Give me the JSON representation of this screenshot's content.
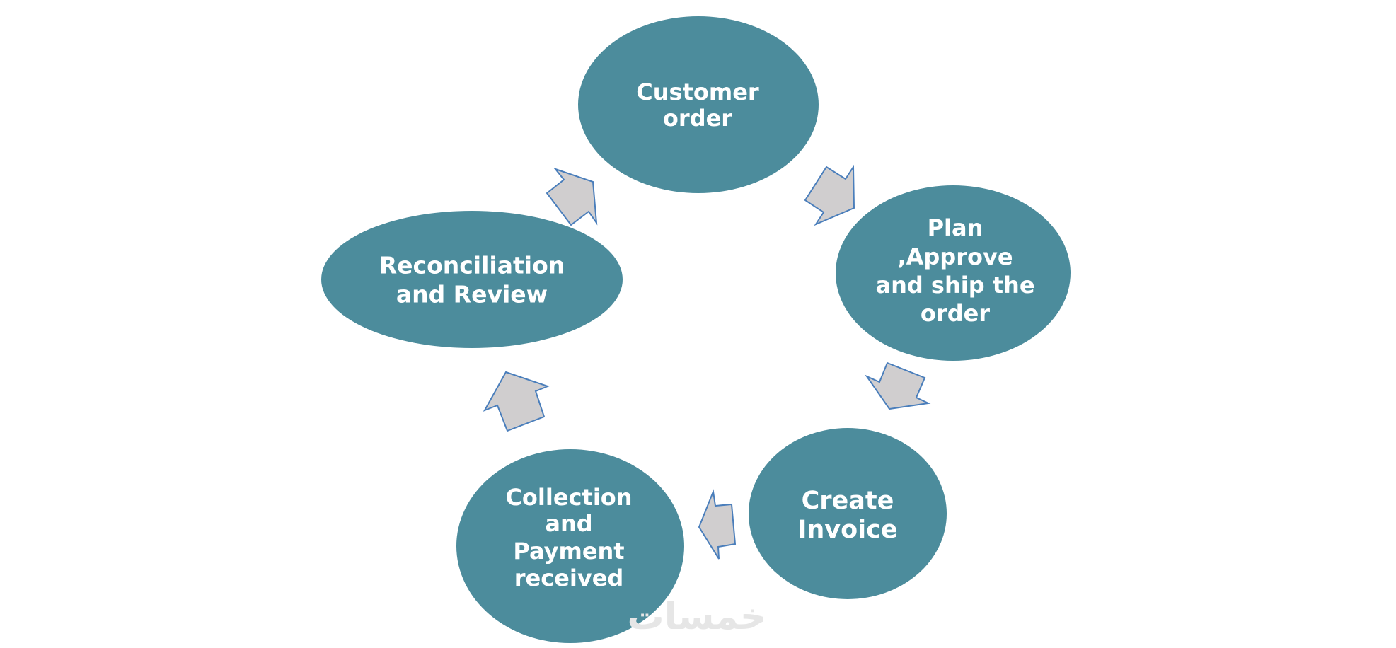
{
  "diagram": {
    "title": "",
    "type": "cycle",
    "colors": {
      "node_fill": "#4c8c9c",
      "node_text": "#ffffff",
      "arrow_fill": "#d0cecf",
      "arrow_stroke": "#4a7ebb",
      "watermark": "#e6e6e6"
    },
    "nodes": [
      {
        "id": "customer-order",
        "lines": [
          "Customer",
          "order"
        ]
      },
      {
        "id": "plan-approve-ship",
        "lines": [
          "Plan",
          ",Approve",
          "and ship the",
          "order"
        ]
      },
      {
        "id": "create-invoice",
        "lines": [
          "Create",
          "Invoice"
        ]
      },
      {
        "id": "collection-payment",
        "lines": [
          "Collection",
          "and",
          "Payment",
          "received"
        ]
      },
      {
        "id": "reconciliation-review",
        "lines": [
          "Reconciliation",
          "and Review"
        ]
      }
    ],
    "edges": [
      {
        "from": "customer-order",
        "to": "plan-approve-ship"
      },
      {
        "from": "plan-approve-ship",
        "to": "create-invoice"
      },
      {
        "from": "create-invoice",
        "to": "collection-payment"
      },
      {
        "from": "collection-payment",
        "to": "reconciliation-review"
      },
      {
        "from": "reconciliation-review",
        "to": "customer-order"
      }
    ],
    "watermark_text": "خمسات"
  }
}
